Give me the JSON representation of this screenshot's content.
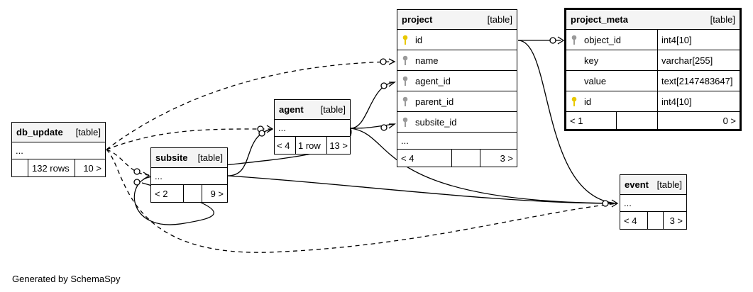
{
  "footer": "Generated by SchemaSpy",
  "kind_label": "[table]",
  "tables": {
    "project": {
      "name": "project",
      "columns": [
        "id",
        "name",
        "agent_id",
        "parent_id",
        "subsite_id"
      ],
      "ellipsis": "...",
      "nav": {
        "left": "< 4",
        "mid": "",
        "right": "3 >"
      }
    },
    "project_meta": {
      "name": "project_meta",
      "columns": [
        {
          "name": "object_id",
          "type": "int4[10]"
        },
        {
          "name": "key",
          "type": "varchar[255]"
        },
        {
          "name": "value",
          "type": "text[2147483647]"
        },
        {
          "name": "id",
          "type": "int4[10]"
        }
      ],
      "nav": {
        "left": "< 1",
        "mid": "",
        "right": "0 >"
      }
    },
    "agent": {
      "name": "agent",
      "ellipsis": "...",
      "nav": {
        "left": "< 4",
        "mid": "1 row",
        "right": "13 >"
      }
    },
    "db_update": {
      "name": "db_update",
      "ellipsis": "...",
      "nav": {
        "left": "",
        "mid": "132 rows",
        "right": "10 >"
      }
    },
    "subsite": {
      "name": "subsite",
      "ellipsis": "...",
      "nav": {
        "left": "< 2",
        "mid": "",
        "right": "9 >"
      }
    },
    "event": {
      "name": "event",
      "ellipsis": "...",
      "nav": {
        "left": "< 4",
        "mid": "",
        "right": "3 >"
      }
    }
  },
  "colors": {
    "primary_key": "#e8c800",
    "foreign_key": "#9a9a9a",
    "line": "#000000"
  }
}
